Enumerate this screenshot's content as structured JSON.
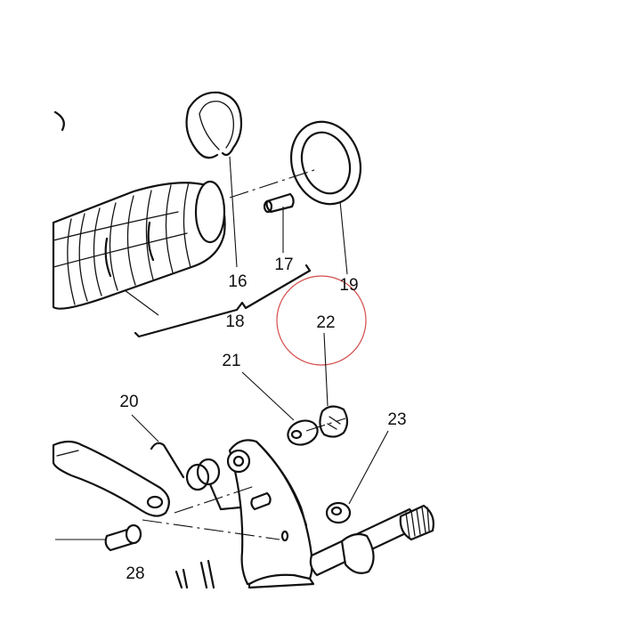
{
  "callouts": {
    "c16": "16",
    "c17": "17",
    "c18": "18",
    "c19": "19",
    "c20": "20",
    "c21": "21",
    "c22": "22",
    "c23": "23",
    "c28": "28"
  },
  "colors": {
    "ink": "#111111",
    "highlight": "#d44a4a",
    "background": "#ffffff"
  }
}
